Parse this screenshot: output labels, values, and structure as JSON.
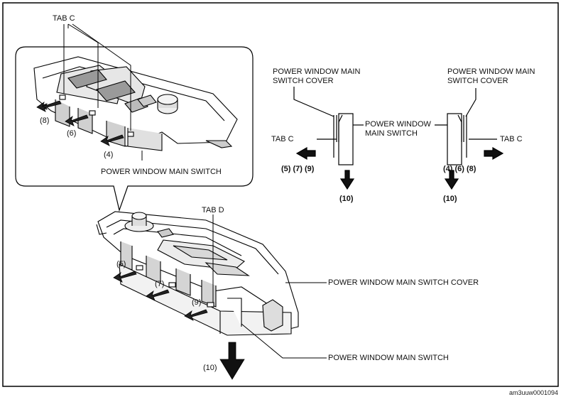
{
  "detail_view": {
    "tab_c": "TAB C",
    "switch_label": "POWER WINDOW MAIN SWITCH",
    "steps": [
      "(8)",
      "(6)",
      "(4)"
    ]
  },
  "section_left": {
    "cover_label": "POWER WINDOW MAIN SWITCH COVER",
    "tab_label": "TAB C",
    "switch_label": "POWER WINDOW MAIN SWITCH",
    "side_steps": "(5) (7) (9)",
    "down_step": "(10)"
  },
  "section_right": {
    "cover_label": "POWER WINDOW MAIN SWITCH COVER",
    "tab_label": "TAB C",
    "side_steps": "(4) (6) (8)",
    "down_step": "(10)"
  },
  "main_view": {
    "tab_d": "TAB D",
    "steps": [
      "(5)",
      "(7)",
      "(9)"
    ],
    "cover_label": "POWER WINDOW MAIN SWITCH COVER",
    "switch_label": "POWER WINDOW MAIN SWITCH",
    "down_step": "(10)"
  },
  "figure_code": "am3uuw0001094"
}
